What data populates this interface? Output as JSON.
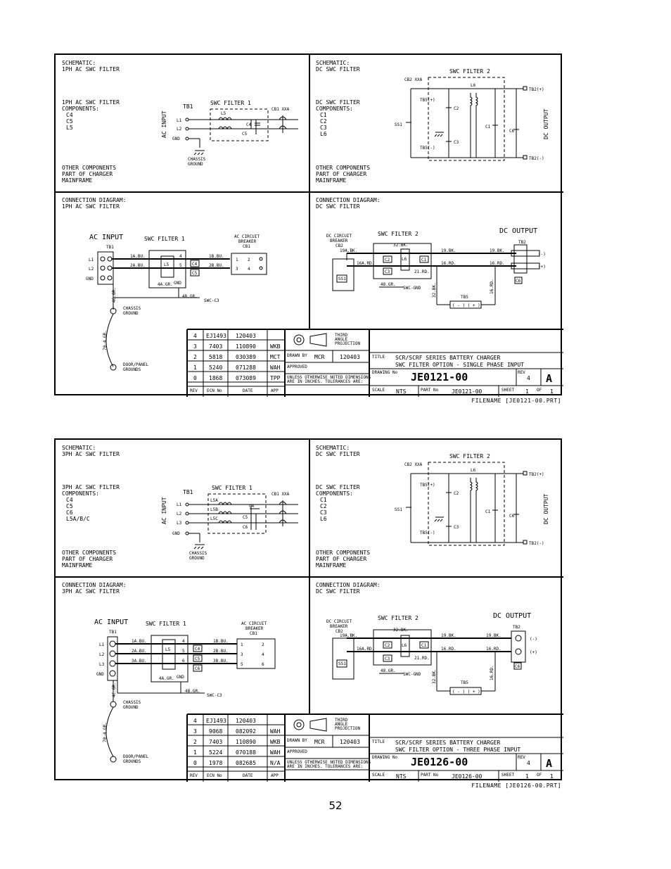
{
  "page_number": "52",
  "sheets": [
    {
      "tl_title": [
        "SCHEMATIC:",
        "1PH AC SWC FILTER"
      ],
      "tl_components": [
        "1PH AC SWC FILTER",
        "COMPONENTS:",
        "C4",
        "C5",
        "L5"
      ],
      "tl_other": [
        "OTHER COMPONENTS",
        "PART OF CHARGER",
        "MAINFRAME"
      ],
      "tl_swc": "SWC FILTER 1",
      "tl_cb": "CB1 XXA",
      "tl_tb": "TB1",
      "tl_acinput": "AC INPUT",
      "tl_terms": [
        "L1",
        "L2",
        "GND"
      ],
      "tl_inductors": [
        "L5"
      ],
      "tl_caps": [
        "C4",
        "C5"
      ],
      "tl_chassis": [
        "CHASSIS",
        "GROUND"
      ],
      "tr_title": [
        "SCHEMATIC:",
        "DC SWC FILTER"
      ],
      "tr_components": [
        "DC SWC FILTER",
        "COMPONENTS:",
        "C1",
        "C2",
        "C3",
        "L6"
      ],
      "tr_other": [
        "OTHER COMPONENTS",
        "PART OF CHARGER",
        "MAINFRAME"
      ],
      "tr_swc": "SWC FILTER 2",
      "tr_cb": "CB2 XXA",
      "tr_labels": {
        "tb5p": "TB5(+)",
        "tb5n": "TB5(-)",
        "ss1": "SS1",
        "l6": "L6",
        "c1": "C1",
        "c2": "C2",
        "c3": "C3",
        "c6": "C6",
        "tb2p": "TB2(+)",
        "tb2n": "TB2(-)",
        "dcout": "DC OUTPUT"
      },
      "bl_title": [
        "CONNECTION DIAGRAM:",
        "1PH AC SWC FILTER"
      ],
      "bl_acinput": "AC INPUT",
      "bl_swc": "SWC FILTER 1",
      "bl_tb": "TB1",
      "bl_cb": [
        "AC CIRCUIT",
        "BREAKER",
        "CB1"
      ],
      "bl_terms": [
        "L1",
        "L2",
        "GND"
      ],
      "bl_wires": [
        "1A.BU.",
        "2A.BU.",
        "1B.BU.",
        "2B.BU."
      ],
      "bl_gnd_wire": "4A.GR.",
      "bl_swc_c3": "4B.GR.",
      "bl_swc_c3_label": "SWC-C3",
      "bl_chassis": [
        "CHASSIS",
        "GROUND"
      ],
      "bl_door": [
        "DOOR/PANEL",
        "GROUNDS"
      ],
      "bl_misc": {
        "c4": "C4",
        "c5": "C5",
        "l5": "L5",
        "gnd": "GND",
        "p4": "4",
        "p5": "5",
        "cb1": "1",
        "cb2": "2",
        "cb3": "3",
        "cb4": "4",
        "gr1": "4C.GR.",
        "gr2": "70-4.GR."
      },
      "br_title": [
        "CONNECTION DIAGRAM:",
        "DC SWC FILTER"
      ],
      "br_swc": "SWC FILTER 2",
      "br_dcout": "DC OUTPUT",
      "br_cb": [
        "DC CIRCUIT",
        "BREAKER",
        "CB2"
      ],
      "br_tb2": "TB2",
      "br_tb5": "TB5",
      "br_misc": {
        "w1": "19A.BK.",
        "w2": "32.BK.",
        "w3": "19.BK.",
        "w4": "19.BK.",
        "w5": "16A.RD.",
        "w6": "21.RD.",
        "w7": "16.RD.",
        "w8": "16.RD.",
        "w9": "48.GR.",
        "swcgnd": "SWC-GND",
        "c1": "C1",
        "c2": "C2",
        "c3": "C3",
        "c6": "C6",
        "l6": "L6",
        "ss1": "SS1",
        "neg": "(-)",
        "pos": "(+)",
        "tb5": "( - ) ( + )",
        "v1": "32.BK.",
        "v2": "16.RD."
      },
      "revisions": [
        [
          "4",
          "EJ1493",
          "120403",
          ""
        ],
        [
          "3",
          "7403",
          "110890",
          "WKB"
        ],
        [
          "2",
          "5818",
          "030389",
          "MCT"
        ],
        [
          "1",
          "5240",
          "071288",
          "WAH"
        ],
        [
          "0",
          "1868",
          "073089",
          "TPP"
        ]
      ],
      "rev_headers": [
        "REV",
        "ECN No",
        "DATE",
        "APP"
      ],
      "projection": [
        "THIRD",
        "ANGLE",
        "PROJECTION"
      ],
      "drawn_by_label": "DRAWN BY",
      "drawn_by": "MCR",
      "drawn_date": "120403",
      "approved": "APPROVED",
      "tolerance": [
        "UNLESS OTHERWISE NOTED DIMENSIONS",
        "ARE IN INCHES. TOLERANCES ARE:"
      ],
      "title_label": "TITLE",
      "title_lines": [
        "SCR/SCRF SERIES BATTERY CHARGER",
        "SWC FILTER OPTION - SINGLE PHASE INPUT"
      ],
      "drawing_no_label": "DRAWING No",
      "drawing_no": "JE0121-00",
      "rev_label": "REV",
      "rev": "4",
      "size": "A",
      "scale_label": "SCALE",
      "scale": "NTS",
      "part_label": "PART No",
      "part": "JE0121-00",
      "sheet_label": "SHEET",
      "sheet": "1",
      "of_label": "OF",
      "of": "1",
      "filename": "FILENAME [JE0121-00.PRT]"
    },
    {
      "tl_title": [
        "SCHEMATIC:",
        "3PH AC SWC FILTER"
      ],
      "tl_components": [
        "3PH AC SWC FILTER",
        "COMPONENTS:",
        "C4",
        "C5",
        "C6",
        "L5A/B/C"
      ],
      "tl_other": [
        "OTHER COMPONENTS",
        "PART OF CHARGER",
        "MAINFRAME"
      ],
      "tl_swc": "SWC FILTER 1",
      "tl_cb": "CB1 XXA",
      "tl_tb": "TB1",
      "tl_acinput": "AC INPUT",
      "tl_terms": [
        "L1",
        "L2",
        "L3",
        "GND"
      ],
      "tl_inductors": [
        "L5A",
        "L5B",
        "L5C"
      ],
      "tl_caps": [
        "C4",
        "C5",
        "C6"
      ],
      "tl_chassis": [
        "CHASSIS",
        "GROUND"
      ],
      "tr_title": [
        "SCHEMATIC:",
        "DC SWC FILTER"
      ],
      "tr_components": [
        "DC SWC FILTER",
        "COMPONENTS:",
        "C1",
        "C2",
        "C3",
        "L6"
      ],
      "tr_other": [
        "OTHER COMPONENTS",
        "PART OF CHARGER",
        "MAINFRAME"
      ],
      "tr_swc": "SWC FILTER 2",
      "tr_cb": "CB2 XXA",
      "tr_labels": {
        "tb5p": "TB5(+)",
        "tb5n": "TB5(-)",
        "ss1": "SS1",
        "l6": "L6",
        "c1": "C1",
        "c2": "C2",
        "c3": "C3",
        "c6": "C6",
        "tb2p": "TB2(+)",
        "tb2n": "TB2(-)",
        "dcout": "DC OUTPUT"
      },
      "bl_title": [
        "CONNECTION DIAGRAM:",
        "3PH AC SWC FILTER"
      ],
      "bl_acinput": "AC INPUT",
      "bl_swc": "SWC FILTER 1",
      "bl_tb": "TB1",
      "bl_cb": [
        "AC CIRCUIT",
        "BREAKER",
        "CB1"
      ],
      "bl_terms": [
        "L1",
        "L2",
        "L3",
        "GND"
      ],
      "bl_wires": [
        "1A.BU.",
        "2A.BU.",
        "3A.BU.",
        "1B.BU.",
        "2B.BU.",
        "3B.BU."
      ],
      "bl_gnd_wire": "4A.GR.",
      "bl_swc_c3": "4B.GR.",
      "bl_swc_c3_label": "SWC-C3",
      "bl_chassis": [
        "CHASSIS",
        "GROUND"
      ],
      "bl_door": [
        "DOOR/PANEL",
        "GROUNDS"
      ],
      "bl_misc": {
        "c4": "C4",
        "c5": "C5",
        "c6": "C6",
        "l5": "L5",
        "gnd": "GND",
        "p4": "4",
        "p5": "5",
        "p6": "6",
        "cb1": "1",
        "cb2": "2",
        "cb3": "3",
        "cb4": "4",
        "cb5": "5",
        "cb6": "6",
        "gr1": "4C.GR.",
        "gr2": "70-4.GR."
      },
      "br_title": [
        "CONNECTION DIAGRAM:",
        "DC SWC FILTER"
      ],
      "br_swc": "SWC FILTER 2",
      "br_dcout": "DC OUTPUT",
      "br_cb": [
        "DC CIRCUIT",
        "BREAKER",
        "CB2"
      ],
      "br_tb2": "TB2",
      "br_tb5": "TB5",
      "br_misc": {
        "w1": "19A.BK.",
        "w2": "32.BK.",
        "w3": "19.BK.",
        "w4": "19.BK.",
        "w5": "16A.RD.",
        "w6": "21.RD.",
        "w7": "16.RD.",
        "w8": "16.RD.",
        "w9": "48.GR.",
        "swcgnd": "SWC-GND",
        "c1": "C1",
        "c2": "C2",
        "c3": "C3",
        "c6": "C6",
        "l6": "L6",
        "ss1": "SS1",
        "neg": "(-)",
        "pos": "(+)",
        "tb5": "( - ) ( + )",
        "v1": "32.BK.",
        "v2": "16.RD."
      },
      "revisions": [
        [
          "4",
          "EJ1493",
          "120403",
          ""
        ],
        [
          "3",
          "9068",
          "082092",
          "WAH"
        ],
        [
          "2",
          "7403",
          "110890",
          "WKB"
        ],
        [
          "1",
          "5224",
          "070188",
          "WAH"
        ],
        [
          "0",
          "1978",
          "082685",
          "N/A"
        ]
      ],
      "rev_headers": [
        "REV",
        "ECN No",
        "DATE",
        "APP"
      ],
      "projection": [
        "THIRD",
        "ANGLE",
        "PROJECTION"
      ],
      "drawn_by_label": "DRAWN BY",
      "drawn_by": "MCR",
      "drawn_date": "120403",
      "approved": "APPROVED",
      "tolerance": [
        "UNLESS OTHERWISE NOTED DIMENSIONS",
        "ARE IN INCHES. TOLERANCES ARE:"
      ],
      "title_label": "TITLE",
      "title_lines": [
        "SCR/SCRF SERIES BATTERY CHARGER",
        "SWC FILTER OPTION - THREE PHASE INPUT"
      ],
      "drawing_no_label": "DRAWING No",
      "drawing_no": "JE0126-00",
      "rev_label": "REV",
      "rev": "4",
      "size": "A",
      "scale_label": "SCALE",
      "scale": "NTS",
      "part_label": "PART No",
      "part": "JE0126-00",
      "sheet_label": "SHEET",
      "sheet": "1",
      "of_label": "OF",
      "of": "1",
      "filename": "FILENAME [JE0126-00.PRT]"
    }
  ]
}
